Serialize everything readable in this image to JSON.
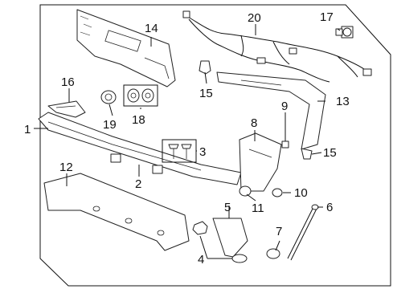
{
  "callouts": {
    "c1": "1",
    "c2": "2",
    "c3": "3",
    "c4": "4",
    "c5": "5",
    "c6": "6",
    "c7": "7",
    "c8": "8",
    "c9": "9",
    "c10": "10",
    "c11": "11",
    "c12": "12",
    "c13": "13",
    "c14": "14",
    "c15a": "15",
    "c15b": "15",
    "c16": "16",
    "c17": "17",
    "c18": "18",
    "c19": "19",
    "c20": "20"
  }
}
